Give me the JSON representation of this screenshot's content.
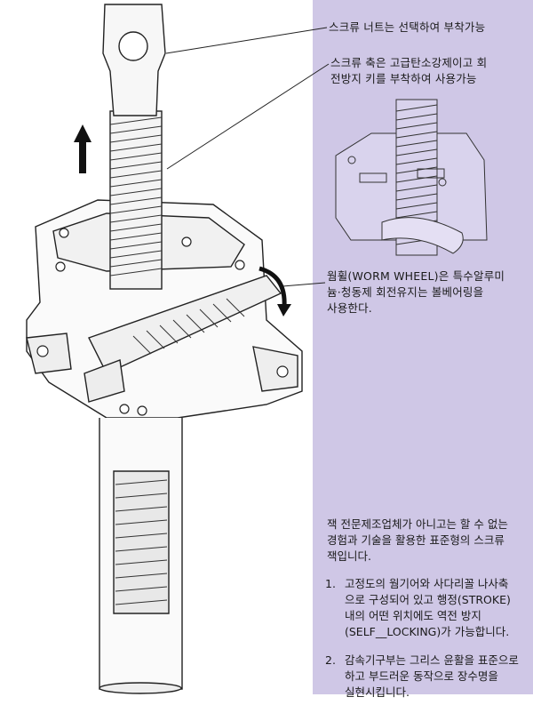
{
  "callouts": {
    "nut": "스크류 너트는 선택하여 부착가능",
    "shaft_line1": "스크류 축은 고급탄소강제이고 회",
    "shaft_line2": "전방지 키를 부착하여 사용가능",
    "worm_line1": "웜휠(WORM WHEEL)은 특수알루미",
    "worm_line2": "늄·청동제 회전유지는 볼베어링을",
    "worm_line3": "사용한다."
  },
  "description": {
    "intro_line1": "잭 전문제조업체가 아니고는 할 수 없는",
    "intro_line2": "경험과 기술을 활용한 표준형의 스크류",
    "intro_line3": "잭입니다.",
    "items": [
      {
        "num": "1.",
        "lines": [
          "고정도의 웜기어와 사다리꼴 나사축",
          "으로 구성되어 있고 행정(STROKE)",
          "내의 어떤 위치에도 역전 방지",
          "(SELF__LOCKING)가 가능합니다."
        ]
      },
      {
        "num": "2.",
        "lines": [
          "감속기구부는 그리스 윤활을 표준으로",
          "하고 부드러운 동작으로 장수명을",
          "실현시킵니다."
        ]
      }
    ]
  },
  "colors": {
    "panel": "#cfc7e6",
    "ink": "#1a1a1a"
  }
}
